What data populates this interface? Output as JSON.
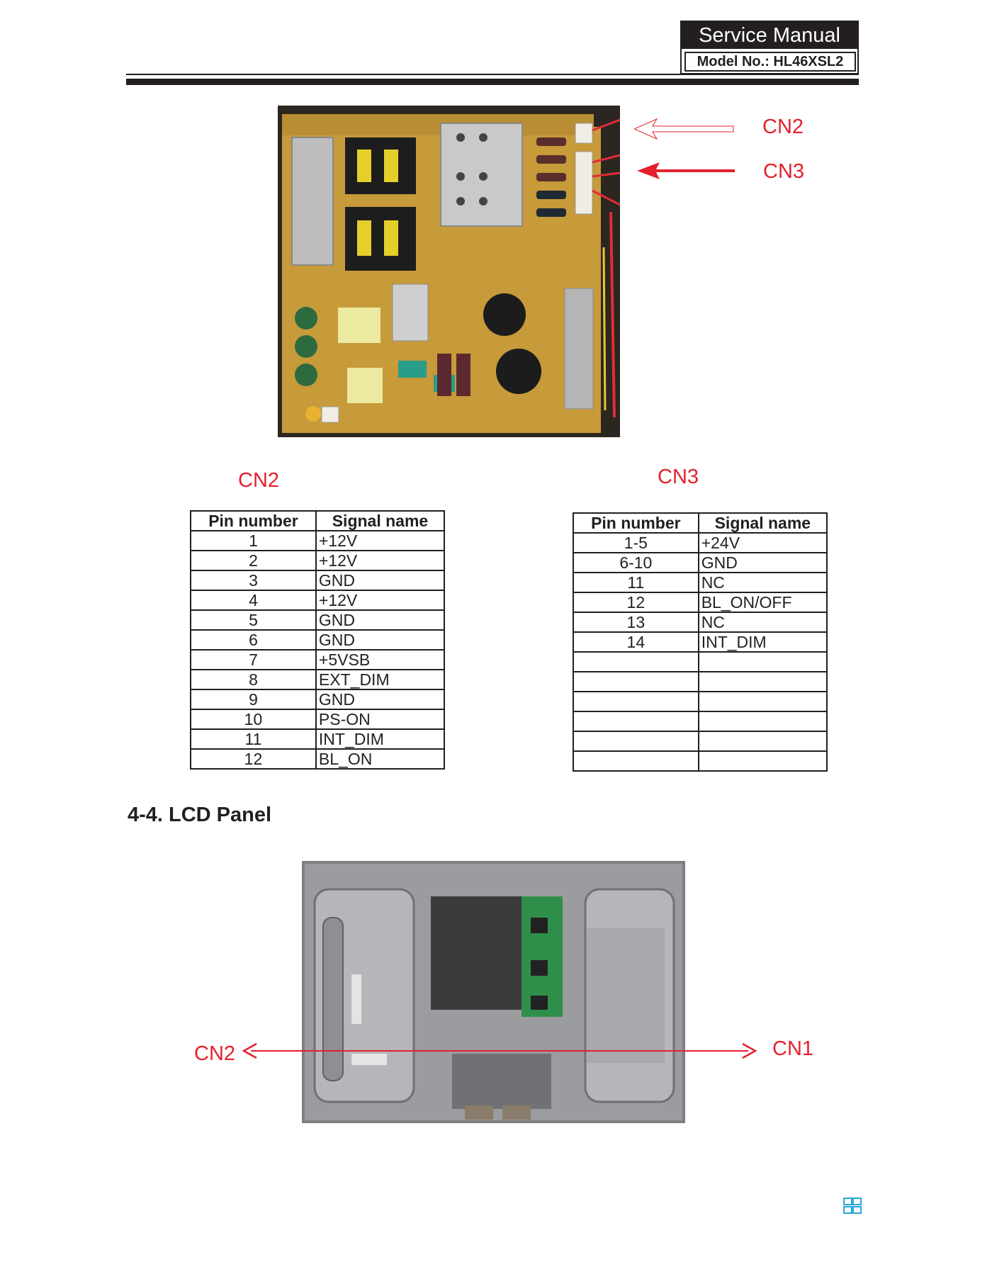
{
  "header": {
    "title": "Service Manual",
    "model": "Model No.: HL46XSL2"
  },
  "psu_figure": {
    "label_cn2": "CN2",
    "label_cn3": "CN3"
  },
  "cn2_table": {
    "caption": "CN2",
    "headers": [
      "Pin number",
      "Signal name"
    ],
    "rows": [
      [
        "1",
        "+12V"
      ],
      [
        "2",
        "+12V"
      ],
      [
        "3",
        "GND"
      ],
      [
        "4",
        "+12V"
      ],
      [
        "5",
        "GND"
      ],
      [
        "6",
        "GND"
      ],
      [
        "7",
        "+5VSB"
      ],
      [
        "8",
        "EXT_DIM"
      ],
      [
        "9",
        "GND"
      ],
      [
        "10",
        "PS-ON"
      ],
      [
        "11",
        "INT_DIM"
      ],
      [
        "12",
        "BL_ON"
      ]
    ]
  },
  "cn3_table": {
    "caption": "CN3",
    "headers": [
      "Pin number",
      "Signal name"
    ],
    "rows": [
      [
        "1-5",
        "+24V"
      ],
      [
        "6-10",
        "GND"
      ],
      [
        "11",
        "NC"
      ],
      [
        "12",
        "BL_ON/OFF"
      ],
      [
        "13",
        "NC"
      ],
      [
        "14",
        "INT_DIM"
      ],
      [
        "",
        ""
      ],
      [
        "",
        ""
      ],
      [
        "",
        ""
      ],
      [
        "",
        ""
      ],
      [
        "",
        ""
      ],
      [
        "",
        ""
      ]
    ]
  },
  "section_heading": "4-4. LCD Panel",
  "lcd_figure": {
    "label_cn2": "CN2",
    "label_cn1": "CN1"
  },
  "colors": {
    "annotation_red": "#e4202c",
    "pcb_yellow": "#c79a3a",
    "text_dark": "#231f20",
    "footer_icon": "#2aa7d8"
  },
  "icons": {
    "footer": "grid-icon"
  }
}
